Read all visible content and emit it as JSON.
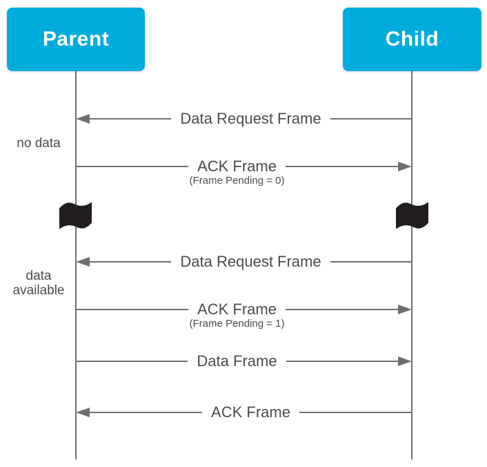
{
  "actors": {
    "parent": {
      "label": "Parent"
    },
    "child": {
      "label": "Child"
    }
  },
  "messages": [
    {
      "label": "Data Request Frame",
      "sublabel": "",
      "direction": "left",
      "from": "child",
      "to": "parent"
    },
    {
      "label": "ACK Frame",
      "sublabel": "(Frame Pending = 0)",
      "direction": "right",
      "from": "parent",
      "to": "child"
    },
    {
      "label": "Data Request Frame",
      "sublabel": "",
      "direction": "left",
      "from": "child",
      "to": "parent"
    },
    {
      "label": "ACK Frame",
      "sublabel": "(Frame Pending = 1)",
      "direction": "right",
      "from": "parent",
      "to": "child"
    },
    {
      "label": "Data Frame",
      "sublabel": "",
      "direction": "right",
      "from": "parent",
      "to": "child"
    },
    {
      "label": "ACK Frame",
      "sublabel": "",
      "direction": "left",
      "from": "child",
      "to": "parent"
    }
  ],
  "annotations": [
    {
      "label": "no data"
    },
    {
      "label": "data available"
    }
  ],
  "icons": {
    "time_break": "waving-flag"
  },
  "colors": {
    "actor-fill": "#00ACDB",
    "actor-text": "#FFFFFF",
    "wire": "#6E6E6E",
    "label-text": "#4A4A4A",
    "flag-fill": "#211D1E",
    "page-bg": "#FFFFFF"
  }
}
